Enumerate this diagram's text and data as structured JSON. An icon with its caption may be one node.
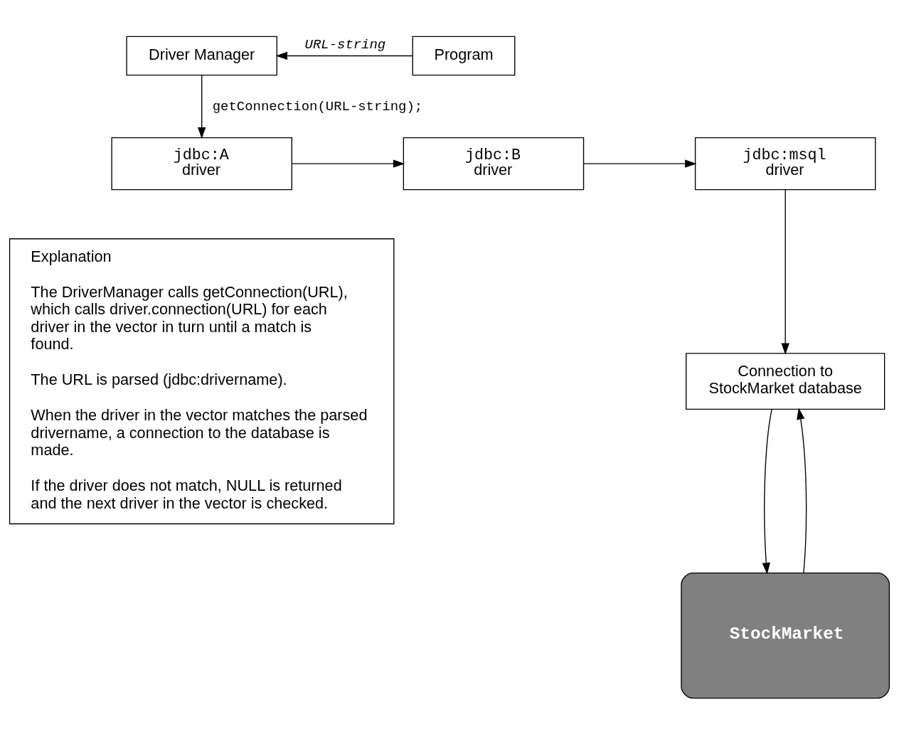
{
  "diagram": {
    "nodes": [
      {
        "text": [
          "Driver Manager"
        ]
      },
      {
        "text": [
          "Program"
        ]
      },
      {
        "text": [
          "jdbc:A",
          "driver"
        ]
      },
      {
        "text": [
          "jdbc:B",
          "driver"
        ]
      },
      {
        "text": [
          "jdbc:msql",
          "driver"
        ]
      },
      {
        "text": [
          "Connection to StockMarket database"
        ]
      },
      {
        "text": [
          "StockMarket"
        ]
      },
      {
        "text": [
          "Explanation",
          "The DriverManager calls getConnection(URL), which calls driver.connection(URL) for each driver in the vector in turn until a match is found.",
          "The URL is parsed (jdbc:drivername).",
          "When the driver in the vector matches the parsed drivername, a connection to the database is made.",
          "If the driver does not match, NULL is returned and the next driver in the vector is checked."
        ]
      }
    ],
    "edges": [
      {
        "from": 1,
        "to": 0,
        "arrow": "to",
        "label": "URL-string"
      },
      {
        "from": 0,
        "to": 2,
        "arrow": "to",
        "label": "getConnection(URL-string);"
      },
      {
        "from": 2,
        "to": 3,
        "arrow": "to"
      },
      {
        "from": 3,
        "to": 4,
        "arrow": "to"
      },
      {
        "from": 4,
        "to": 5,
        "arrow": "to"
      },
      {
        "from": 5,
        "to": 6,
        "arrow": "to"
      },
      {
        "from": 6,
        "to": 5,
        "arrow": "to"
      }
    ]
  }
}
